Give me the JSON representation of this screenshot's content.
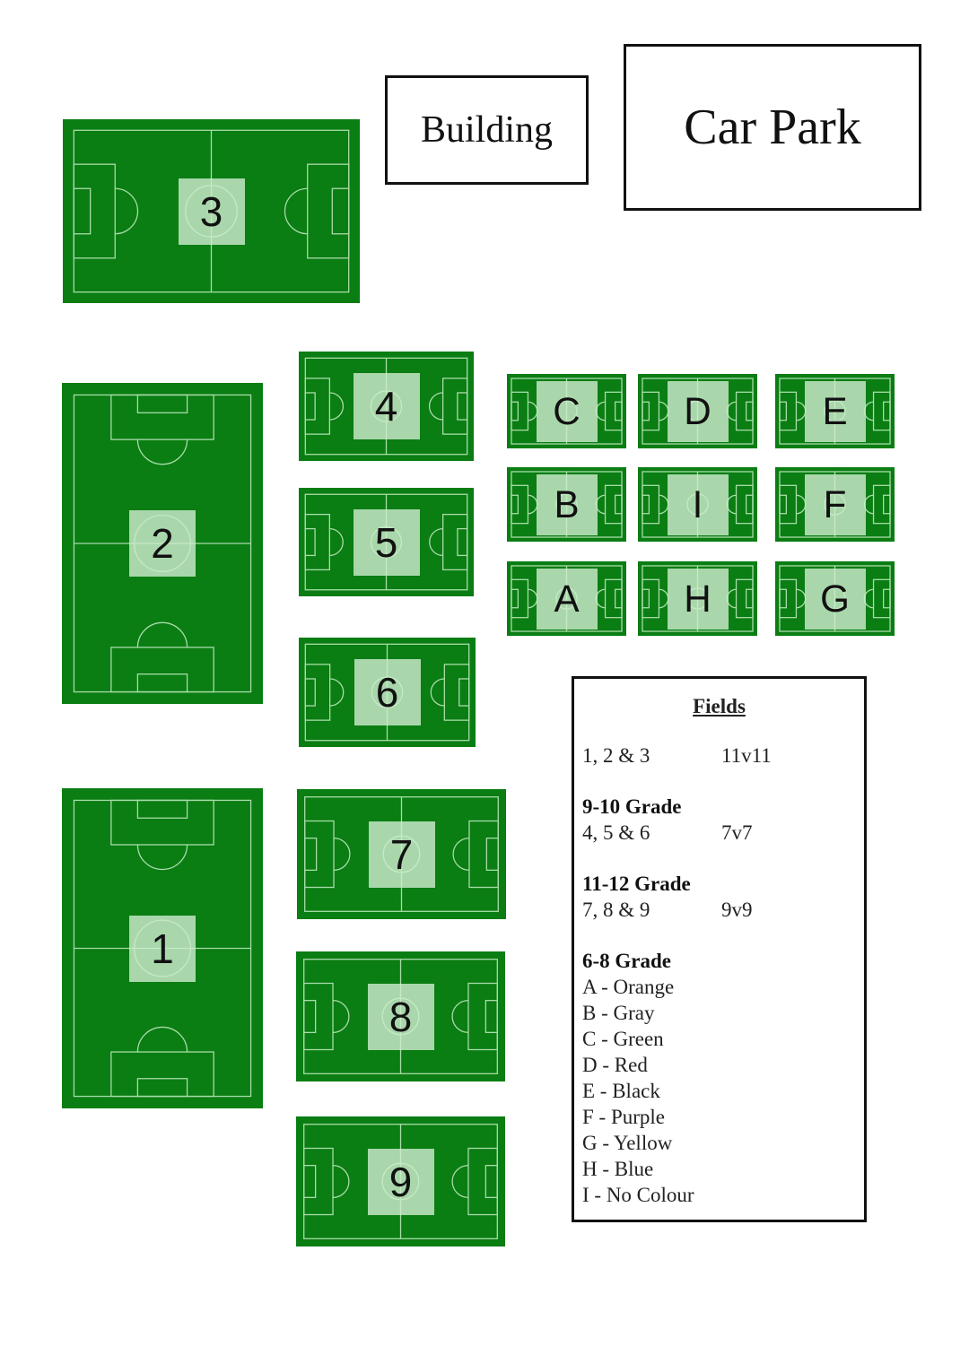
{
  "buildings": {
    "building": "Building",
    "car_park": "Car Park"
  },
  "fields": [
    {
      "id": "3",
      "size": "11v11"
    },
    {
      "id": "2",
      "size": "11v11"
    },
    {
      "id": "1",
      "size": "11v11"
    },
    {
      "id": "4",
      "size": "7v7"
    },
    {
      "id": "5",
      "size": "7v7"
    },
    {
      "id": "6",
      "size": "7v7"
    },
    {
      "id": "7",
      "size": "9v9"
    },
    {
      "id": "8",
      "size": "9v9"
    },
    {
      "id": "9",
      "size": "9v9"
    },
    {
      "id": "C"
    },
    {
      "id": "D"
    },
    {
      "id": "E"
    },
    {
      "id": "B"
    },
    {
      "id": "I"
    },
    {
      "id": "F"
    },
    {
      "id": "A"
    },
    {
      "id": "H"
    },
    {
      "id": "G"
    }
  ],
  "legend": {
    "title": "Fields",
    "senior": {
      "fields": "1, 2 & 3",
      "format": "11v11"
    },
    "groups": [
      {
        "heading": "9-10 Grade",
        "fields": "4, 5 & 6",
        "format": "7v7"
      },
      {
        "heading": "11-12 Grade",
        "fields": "7, 8 & 9",
        "format": "9v9"
      }
    ],
    "junior_heading": "6-8 Grade",
    "junior_items": [
      "A - Orange",
      "B - Gray",
      "C - Green",
      "D - Red",
      "E - Black",
      "F - Purple",
      "G - Yellow",
      "H - Blue",
      "I - No Colour"
    ]
  },
  "colors": {
    "grass": "#0a7d13",
    "lines": "#a8dca8"
  }
}
